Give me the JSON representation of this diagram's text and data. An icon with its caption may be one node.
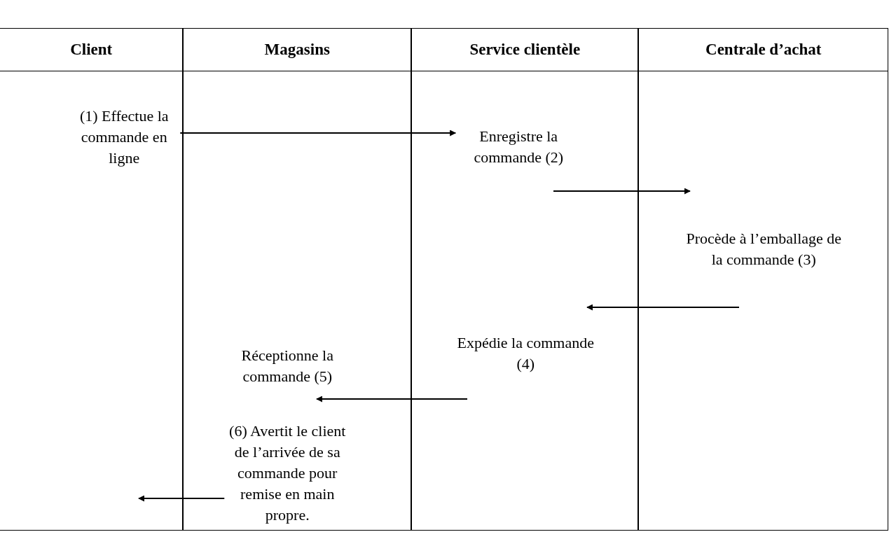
{
  "diagram": {
    "nodes": [
      {
        "text": [
          "Client"
        ]
      },
      {
        "text": [
          "Magasins"
        ]
      },
      {
        "text": [
          "Service clientèle"
        ]
      },
      {
        "text": [
          "Centrale d’achat"
        ]
      },
      {
        "text": [
          "(1) Effectue la commande en ligne"
        ],
        "in": 0
      },
      {
        "text": [
          "Enregistre la commande (2)"
        ],
        "in": 2
      },
      {
        "text": [
          "Procède à l’emballage de la commande (3)"
        ],
        "in": 3
      },
      {
        "text": [
          "Expédie la commande (4)"
        ],
        "in": 2
      },
      {
        "text": [
          "Réceptionne la commande (5)"
        ],
        "in": 1
      },
      {
        "text": [
          "(6) Avertit le client de l’arrivée de sa commande pour remise en main propre."
        ],
        "in": 1
      }
    ],
    "edges": [
      {
        "from": 4,
        "to": 5,
        "arrow": "to"
      },
      {
        "from": 5,
        "to": 6,
        "arrow": "to"
      },
      {
        "from": 6,
        "to": 7,
        "arrow": "to"
      },
      {
        "from": 7,
        "to": 8,
        "arrow": "to"
      },
      {
        "from": 9,
        "to": null,
        "arrow": "to"
      }
    ]
  }
}
